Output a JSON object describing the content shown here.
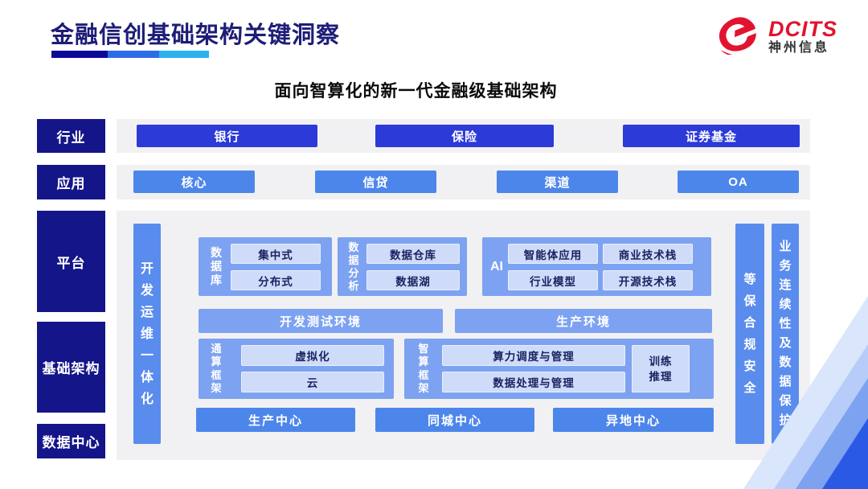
{
  "header": {
    "title": "金融信创基础架构关键洞察",
    "logo": {
      "brand": "DCITS",
      "company": "神州信息"
    }
  },
  "subtitle": "面向智算化的新一代金融级基础架构",
  "left_labels": {
    "industry": "行业",
    "application": "应用",
    "platform": "平台",
    "infrastructure": "基础架构",
    "datacenter": "数据中心"
  },
  "industry_row": {
    "bank": "银行",
    "insurance": "保险",
    "securities": "证券基金"
  },
  "application_row": {
    "core": "核心",
    "credit": "信贷",
    "channel": "渠道",
    "oa": "OA"
  },
  "platform": {
    "devops_bar": "开发运维一体化",
    "database": {
      "label": "数据库",
      "centralized": "集中式",
      "distributed": "分布式"
    },
    "analytics": {
      "label": "数据分析",
      "warehouse": "数据仓库",
      "lake": "数据湖"
    },
    "ai": {
      "label": "AI",
      "agent_app": "智能体应用",
      "commercial_stack": "商业技术栈",
      "industry_model": "行业模型",
      "opensource_stack": "开源技术栈"
    },
    "devtest_env": "开发测试环境",
    "production_env": "生产环境",
    "general_compute": {
      "label": "通算框架",
      "virtualization": "虚拟化",
      "cloud": "云"
    },
    "intelligent_compute": {
      "label": "智算框架",
      "scheduling": "算力调度与管理",
      "data_mgmt": "数据处理与管理",
      "training_inference": "训练推理"
    },
    "centers": {
      "production": "生产中心",
      "same_city": "同城中心",
      "remote": "异地中心"
    },
    "security_bar": "等保合规安全",
    "continuity_bar": "业务连续性及数据保护"
  },
  "colors": {
    "title_navy": "#1d1d78",
    "label_navy": "#15158a",
    "royal_blue": "#2c3ad8",
    "bright_blue": "#4d86ea",
    "side_bar_blue": "#5a8cee",
    "group_blue": "#7da2f1",
    "inner_light_blue": "#cfdcf9",
    "inner_text_navy": "#1b2260",
    "panel_gray": "#f1f1f3",
    "logo_red": "#e2132e",
    "underline_segments": [
      "#0b0b99",
      "#2d6ce8",
      "#2cb3ef"
    ],
    "corner_stripes": [
      "#d9e6fb",
      "#b7ccf8",
      "#7ca2f0",
      "#2a5ae5"
    ]
  }
}
